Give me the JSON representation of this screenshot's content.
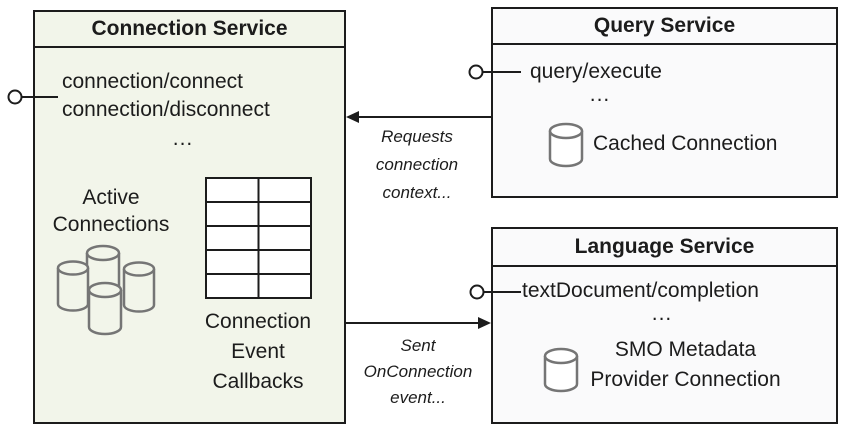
{
  "colors": {
    "background": "#ffffff",
    "connection_box_fill": "#f2f5ea",
    "service_box_fill": "#fafafb",
    "line": "#1c1c1c",
    "text": "#1c1c1c",
    "icon_gray": "#757575"
  },
  "connection_service": {
    "title": "Connection Service",
    "methods": [
      "connection/connect",
      "connection/disconnect"
    ],
    "ellipsis": "...",
    "active_connections_label": [
      "Active",
      "Connections"
    ],
    "callbacks_label": [
      "Connection",
      "Event",
      "Callbacks"
    ],
    "icons": {
      "cluster": "database-cluster-icon",
      "table": "callback-table-icon",
      "interface": "lollipop-interface-icon"
    }
  },
  "query_service": {
    "title": "Query Service",
    "methods": [
      "query/execute"
    ],
    "ellipsis": "...",
    "connection_label": "Cached Connection",
    "icons": {
      "database": "database-icon",
      "interface": "lollipop-interface-icon"
    }
  },
  "language_service": {
    "title": "Language Service",
    "methods": [
      "textDocument/completion"
    ],
    "ellipsis": "...",
    "connection_label": [
      "SMO Metadata",
      "Provider Connection"
    ],
    "icons": {
      "database": "database-icon",
      "interface": "lollipop-interface-icon"
    }
  },
  "edges": {
    "requests_label": [
      "Requests",
      "connection",
      "context..."
    ],
    "sent_label": [
      "Sent",
      "OnConnection",
      "event..."
    ]
  }
}
